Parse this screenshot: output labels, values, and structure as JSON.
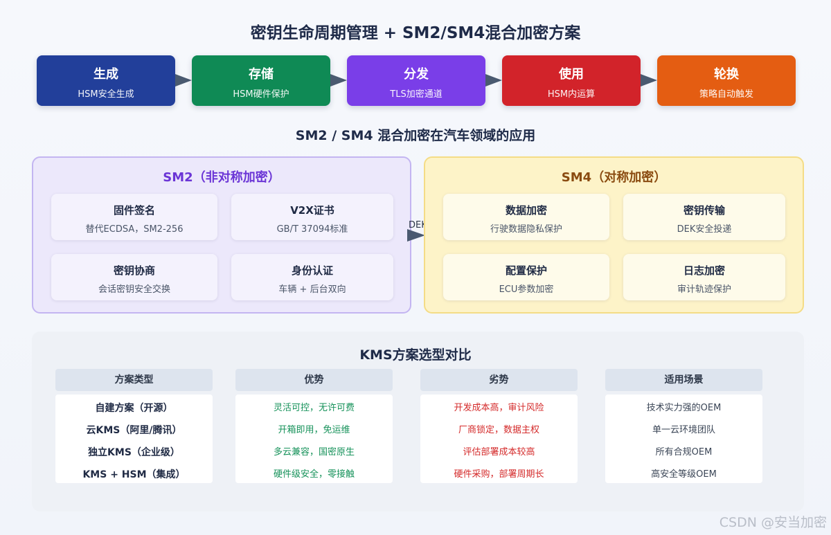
{
  "title": "密钥生命周期管理 + SM2/SM4混合加密方案",
  "colors": {
    "stage_generate": "#223f9a",
    "stage_store": "#0f8a55",
    "stage_distribute": "#7a3ee8",
    "stage_use": "#d2232a",
    "stage_rotate": "#e45d12"
  },
  "lifecycle": [
    {
      "title": "生成",
      "subtitle": "HSM安全生成"
    },
    {
      "title": "存储",
      "subtitle": "HSM硬件保护"
    },
    {
      "title": "分发",
      "subtitle": "TLS加密通道"
    },
    {
      "title": "使用",
      "subtitle": "HSM内运算"
    },
    {
      "title": "轮换",
      "subtitle": "策略自动触发"
    }
  ],
  "hybrid_title": "SM2 / SM4 混合加密在汽车领域的应用",
  "sm2": {
    "title": "SM2（非对称加密）",
    "cards": [
      {
        "title": "固件签名",
        "subtitle": "替代ECDSA，SM2-256"
      },
      {
        "title": "V2X证书",
        "subtitle": "GB/T 37094标准"
      },
      {
        "title": "密钥协商",
        "subtitle": "会话密钥安全交换"
      },
      {
        "title": "身份认证",
        "subtitle": "车辆 + 后台双向"
      }
    ]
  },
  "link_label": "DEK",
  "sm4": {
    "title": "SM4（对称加密）",
    "cards": [
      {
        "title": "数据加密",
        "subtitle": "行驶数据隐私保护"
      },
      {
        "title": "密钥传输",
        "subtitle": "DEK安全投递"
      },
      {
        "title": "配置保护",
        "subtitle": "ECU参数加密"
      },
      {
        "title": "日志加密",
        "subtitle": "审计轨迹保护"
      }
    ]
  },
  "kms": {
    "title": "KMS方案选型对比",
    "headers": [
      "方案类型",
      "优势",
      "劣势",
      "适用场景"
    ],
    "types": [
      "自建方案（开源）",
      "云KMS（阿里/腾讯）",
      "独立KMS（企业级）",
      "KMS + HSM（集成）"
    ],
    "pros": [
      "灵活可控，无许可费",
      "开箱即用，免运维",
      "多云兼容，国密原生",
      "硬件级安全，零接触"
    ],
    "cons": [
      "开发成本高，审计风险",
      "厂商锁定，数据主权",
      "评估部署成本较高",
      "硬件采购，部署周期长"
    ],
    "scenarios": [
      "技术实力强的OEM",
      "单一云环境团队",
      "所有合规OEM",
      "高安全等级OEM"
    ]
  },
  "watermark": "CSDN @安当加密"
}
